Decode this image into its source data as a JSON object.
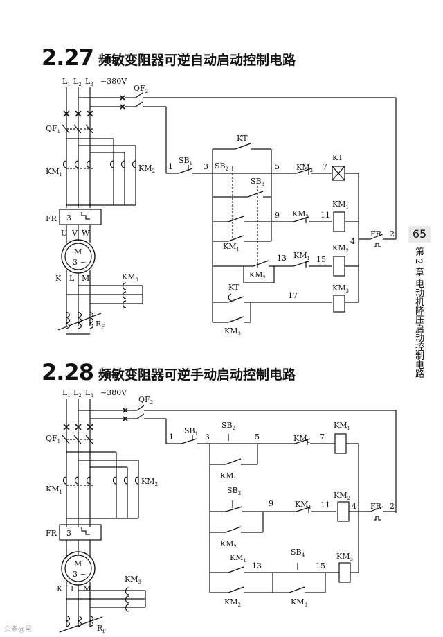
{
  "sections": [
    {
      "number": "2.27",
      "title": "频敏变阻器可逆自动启动控制电路"
    },
    {
      "number": "2.28",
      "title": "频敏变阻器可逆手动启动控制电路"
    }
  ],
  "sidebar": {
    "page_number": "65",
    "chapter_text": "第 2 章 电动机降压启动控制电路"
  },
  "diagram_labels": {
    "voltage": "~380V",
    "qf": "QF",
    "qf1_sub": "1",
    "qf2_sub": "2",
    "l": "L",
    "l1": "1",
    "l2": "2",
    "l3": "3",
    "km": "KM",
    "fr": "FR",
    "kt": "KT",
    "sb": "SB",
    "rf": "R",
    "rf_sub": "F",
    "motor": "M",
    "motor_phase": "3 ~",
    "u": "U",
    "v": "V",
    "w": "W",
    "k": "K",
    "lt": "L",
    "mt": "M",
    "fr_box_num": "3",
    "node_1": "1",
    "node_2": "2",
    "node_3": "3",
    "node_4": "4",
    "node_5": "5",
    "node_7": "7",
    "node_9": "9",
    "node_11": "11",
    "node_13": "13",
    "node_15": "15",
    "node_17": "17"
  },
  "watermark": "头条@昆"
}
